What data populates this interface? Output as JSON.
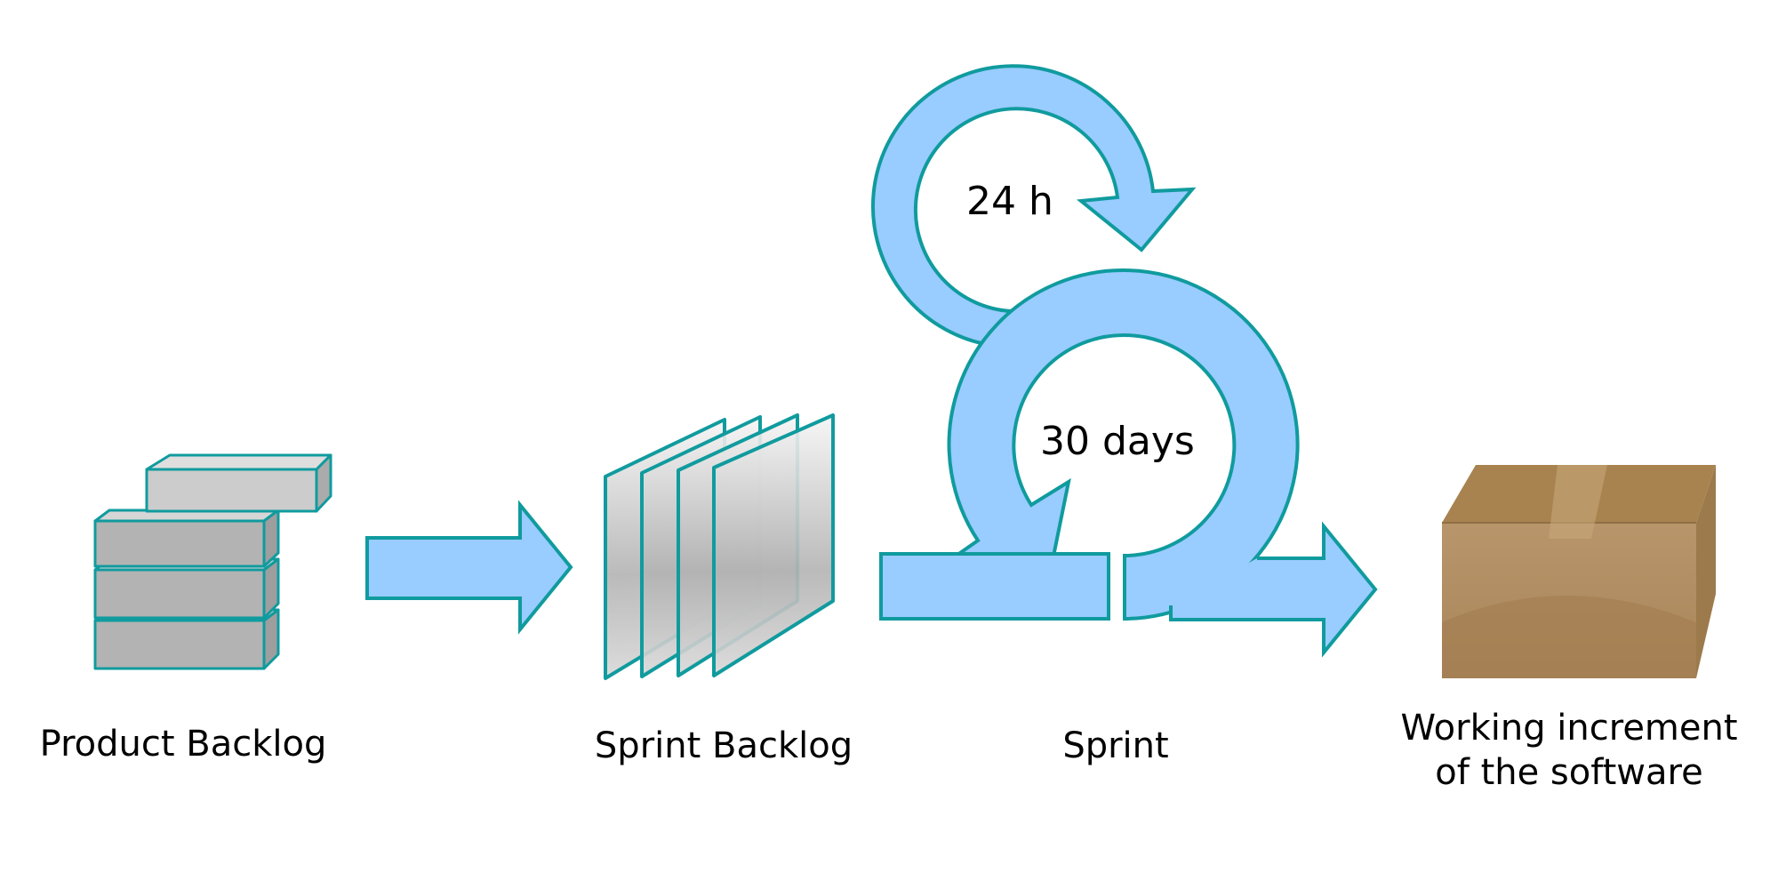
{
  "colors": {
    "arrow_fill": "#99ccff",
    "stroke": "#109b9e",
    "block_fill": "#b3b3b3",
    "box_fill": "#b18d5e"
  },
  "stages": {
    "product_backlog": "Product Backlog",
    "sprint_backlog": "Sprint Backlog",
    "sprint": "Sprint",
    "increment_line1": "Working increment",
    "increment_line2": "of the software"
  },
  "cycles": {
    "daily": "24 h",
    "sprint": "30 days"
  },
  "icons": {
    "product_backlog": "stacked-blocks-icon",
    "sprint_backlog": "stacked-sheets-icon",
    "increment": "cardboard-box-icon"
  }
}
